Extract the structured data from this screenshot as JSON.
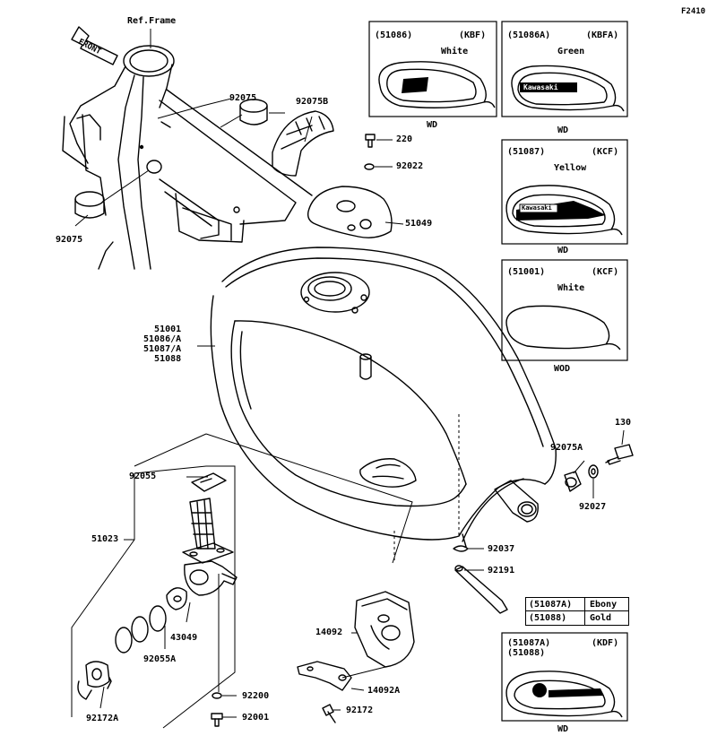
{
  "diagram_id": "F2410",
  "direction_label": "FRONT",
  "parts": {
    "ref_frame": "Ref.Frame",
    "p92075_top": "92075",
    "p92075_left": "92075",
    "p92075B": "92075B",
    "p220": "220",
    "p92022": "92022",
    "p51049": "51049",
    "tank_numbers": "51001\n51086/A\n51087/A\n51088",
    "p92055": "92055",
    "p51023": "51023",
    "p43049": "43049",
    "p92055A": "92055A",
    "p92172A": "92172A",
    "p92200": "92200",
    "p92001": "92001",
    "p14092": "14092",
    "p14092A": "14092A",
    "p92172": "92172",
    "p92037": "92037",
    "p92191": "92191",
    "p130": "130",
    "p92075A": "92075A",
    "p92027": "92027"
  },
  "variants": [
    {
      "part": "(51086)",
      "code": "(KBF)",
      "color": "White",
      "suffix": "WD"
    },
    {
      "part": "(51086A)",
      "code": "(KBFA)",
      "color": "Green",
      "suffix": "WD"
    },
    {
      "part": "(51087)",
      "code": "(KCF)",
      "color": "Yellow",
      "suffix": "WD"
    },
    {
      "part": "(51001)",
      "code": "(KCF)",
      "color": "White",
      "suffix": "WOD"
    }
  ],
  "variant_bottom": {
    "parts": "(51087A)\n(51088)",
    "code": "(KDF)",
    "suffix": "WD"
  },
  "color_table": [
    {
      "part": "(51087A)",
      "color": "Ebony"
    },
    {
      "part": "(51088)",
      "color": "Gold"
    }
  ],
  "decal_logo": "Kawasaki"
}
